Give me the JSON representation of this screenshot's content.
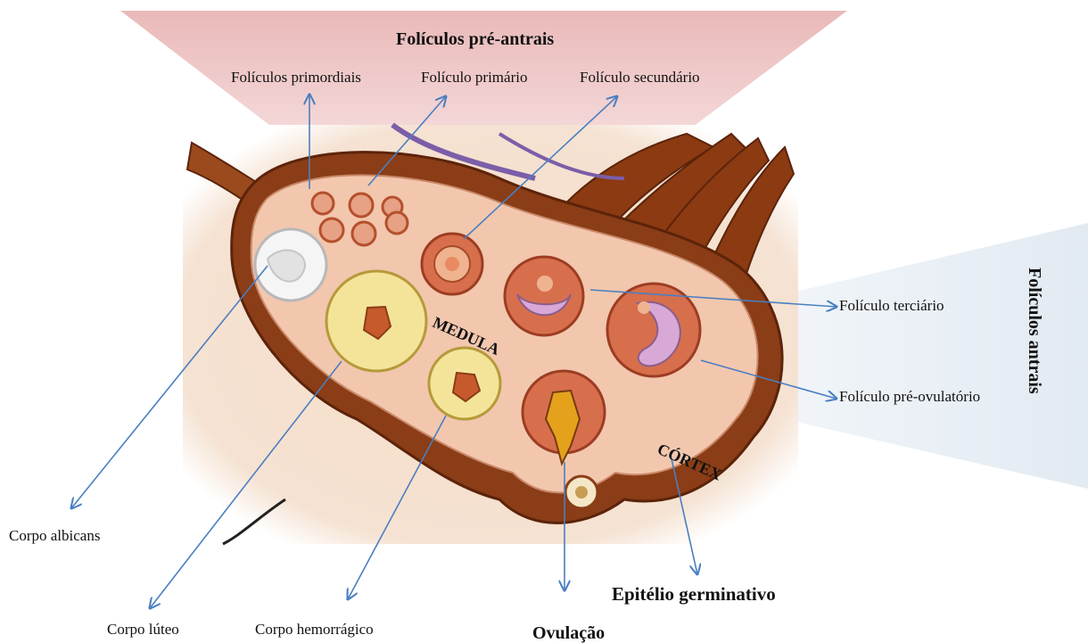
{
  "title_preantral": "Folículos pré-antrais",
  "title_antral": "Folículos antrais",
  "labels": {
    "primordiais": "Folículos primordiais",
    "primario": "Folículo primário",
    "secundario": "Folículo secundário",
    "terciario": "Folículo  terciário",
    "preovulatorio": "Folículo  pré-ovulatório",
    "albicans": "Corpo albicans",
    "luteo": "Corpo lúteo",
    "hemorragico": "Corpo hemorrágico",
    "ovulacao": "Ovulação",
    "epitelio": "Epitélio germinativo",
    "medula": "MEDULA",
    "cortex": "CÓRTEX"
  },
  "colors": {
    "arrow": "#4a7fc1",
    "preantral_fan": "#f0c8c8",
    "antral_fan": "#e4ecf4",
    "ovary_outer": "#8a3d16",
    "ovary_inner": "#f2c7ae",
    "corpus_luteum": "#f4e49a",
    "oocyte": "#d8a8d6"
  }
}
